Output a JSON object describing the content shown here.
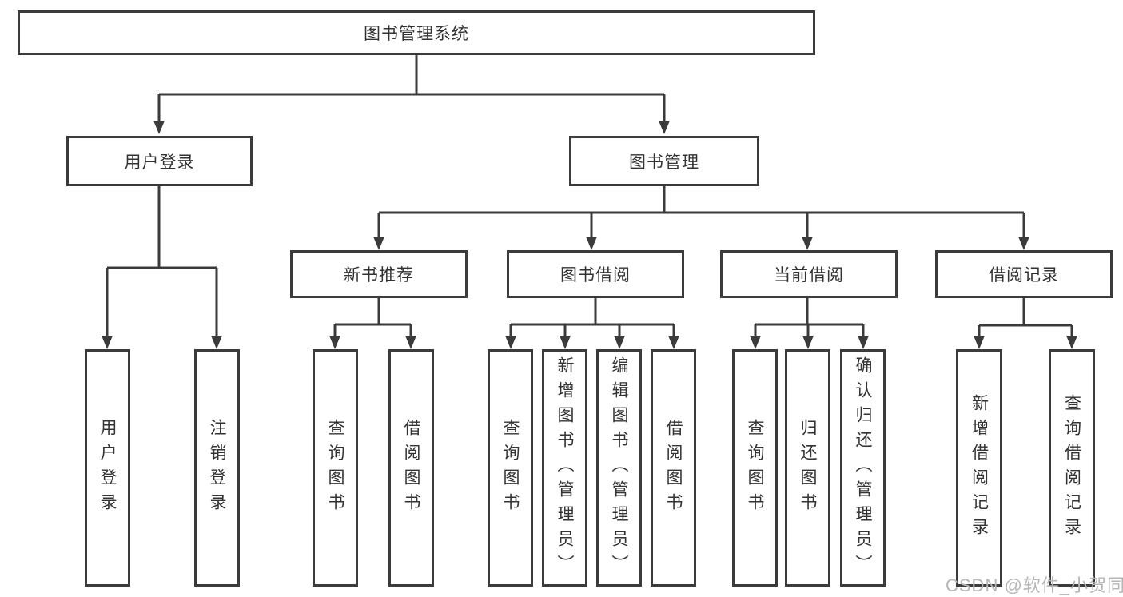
{
  "diagram": {
    "root": {
      "label": "图书管理系统"
    },
    "level2": [
      {
        "label": "用户登录"
      },
      {
        "label": "图书管理"
      }
    ],
    "level3": [
      {
        "label": "新书推荐"
      },
      {
        "label": "图书借阅"
      },
      {
        "label": "当前借阅"
      },
      {
        "label": "借阅记录"
      }
    ],
    "leaves": [
      {
        "parent": "用户登录",
        "label": "用户登录"
      },
      {
        "parent": "用户登录",
        "label": "注销登录"
      },
      {
        "parent": "新书推荐",
        "label": "查询图书"
      },
      {
        "parent": "新书推荐",
        "label": "借阅图书"
      },
      {
        "parent": "图书借阅",
        "label": "查询图书"
      },
      {
        "parent": "图书借阅",
        "label": "新增图书（管理员）"
      },
      {
        "parent": "图书借阅",
        "label": "编辑图书（管理员）"
      },
      {
        "parent": "图书借阅",
        "label": "借阅图书"
      },
      {
        "parent": "当前借阅",
        "label": "查询图书"
      },
      {
        "parent": "当前借阅",
        "label": "归还图书"
      },
      {
        "parent": "当前借阅",
        "label": "确认归还（管理员）"
      },
      {
        "parent": "借阅记录",
        "label": "新增借阅记录"
      },
      {
        "parent": "借阅记录",
        "label": "查询借阅记录"
      }
    ]
  },
  "watermark": {
    "text": "CSDN @软件_小贺同学"
  },
  "colors": {
    "line": "#3b3b3b",
    "box_border": "#3b3b3b",
    "text": "#333333",
    "watermark": "#b6b6b6",
    "background": "#ffffff"
  }
}
